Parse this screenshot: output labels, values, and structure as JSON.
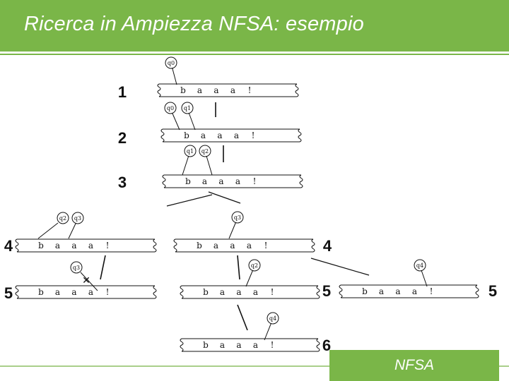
{
  "slide": {
    "title": "Ricerca in Ampiezza NFSA: esempio",
    "footer_label": "NFSA",
    "colors": {
      "accent": "#7ab648",
      "ink": "#111111",
      "background": "#ffffff"
    }
  },
  "diagram": {
    "step_labels": [
      "1",
      "2",
      "3",
      "4",
      "4",
      "5",
      "5",
      "5",
      "6"
    ],
    "tape_symbols": [
      "b",
      "a",
      "a",
      "a",
      "!"
    ],
    "state_labels": [
      "q0",
      "q0",
      "q1",
      "q1",
      "q2",
      "q2",
      "q3",
      "q3",
      "q3",
      "q2",
      "q4"
    ],
    "marks": {
      "blocked": "✕"
    }
  }
}
